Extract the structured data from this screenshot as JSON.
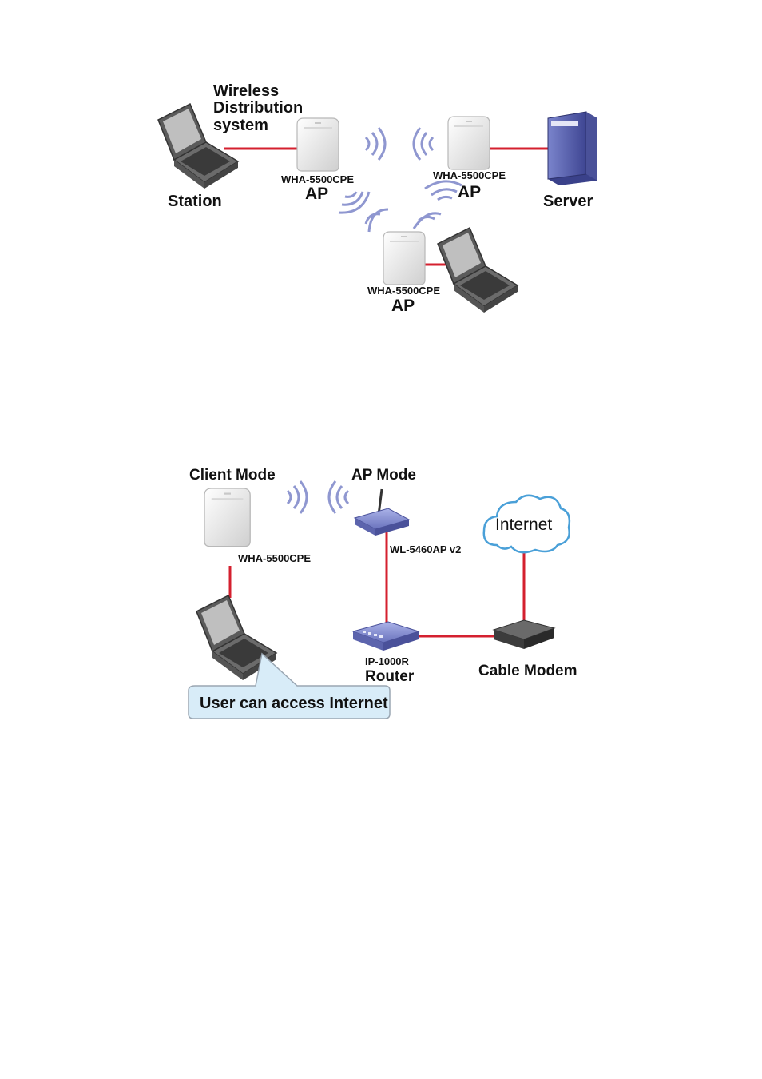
{
  "diagram1": {
    "title_lines": [
      "Wireless",
      "Distribution",
      "system"
    ],
    "station_label": "Station",
    "server_label": "Server",
    "ap_nodes": [
      {
        "model": "WHA-5500CPE",
        "role": "AP"
      },
      {
        "model": "WHA-5500CPE",
        "role": "AP"
      },
      {
        "model": "WHA-5500CPE",
        "role": "AP"
      }
    ]
  },
  "diagram2": {
    "client_mode_label": "Client Mode",
    "ap_mode_label": "AP Mode",
    "cpe_model": "WHA-5500CPE",
    "ap_model": "WL-5460AP v2",
    "internet_label": "Internet",
    "router_model": "IP-1000R",
    "router_label": "Router",
    "modem_label": "Cable Modem",
    "callout_text": "User can access Internet"
  },
  "colors": {
    "link": "#d4202f",
    "wave": "#8f97d0",
    "device_blue": "#7c86c8",
    "server_blue": "#5a63b0",
    "callout_fill": "#d8ecf8",
    "cloud_stroke": "#4aa0d8"
  }
}
